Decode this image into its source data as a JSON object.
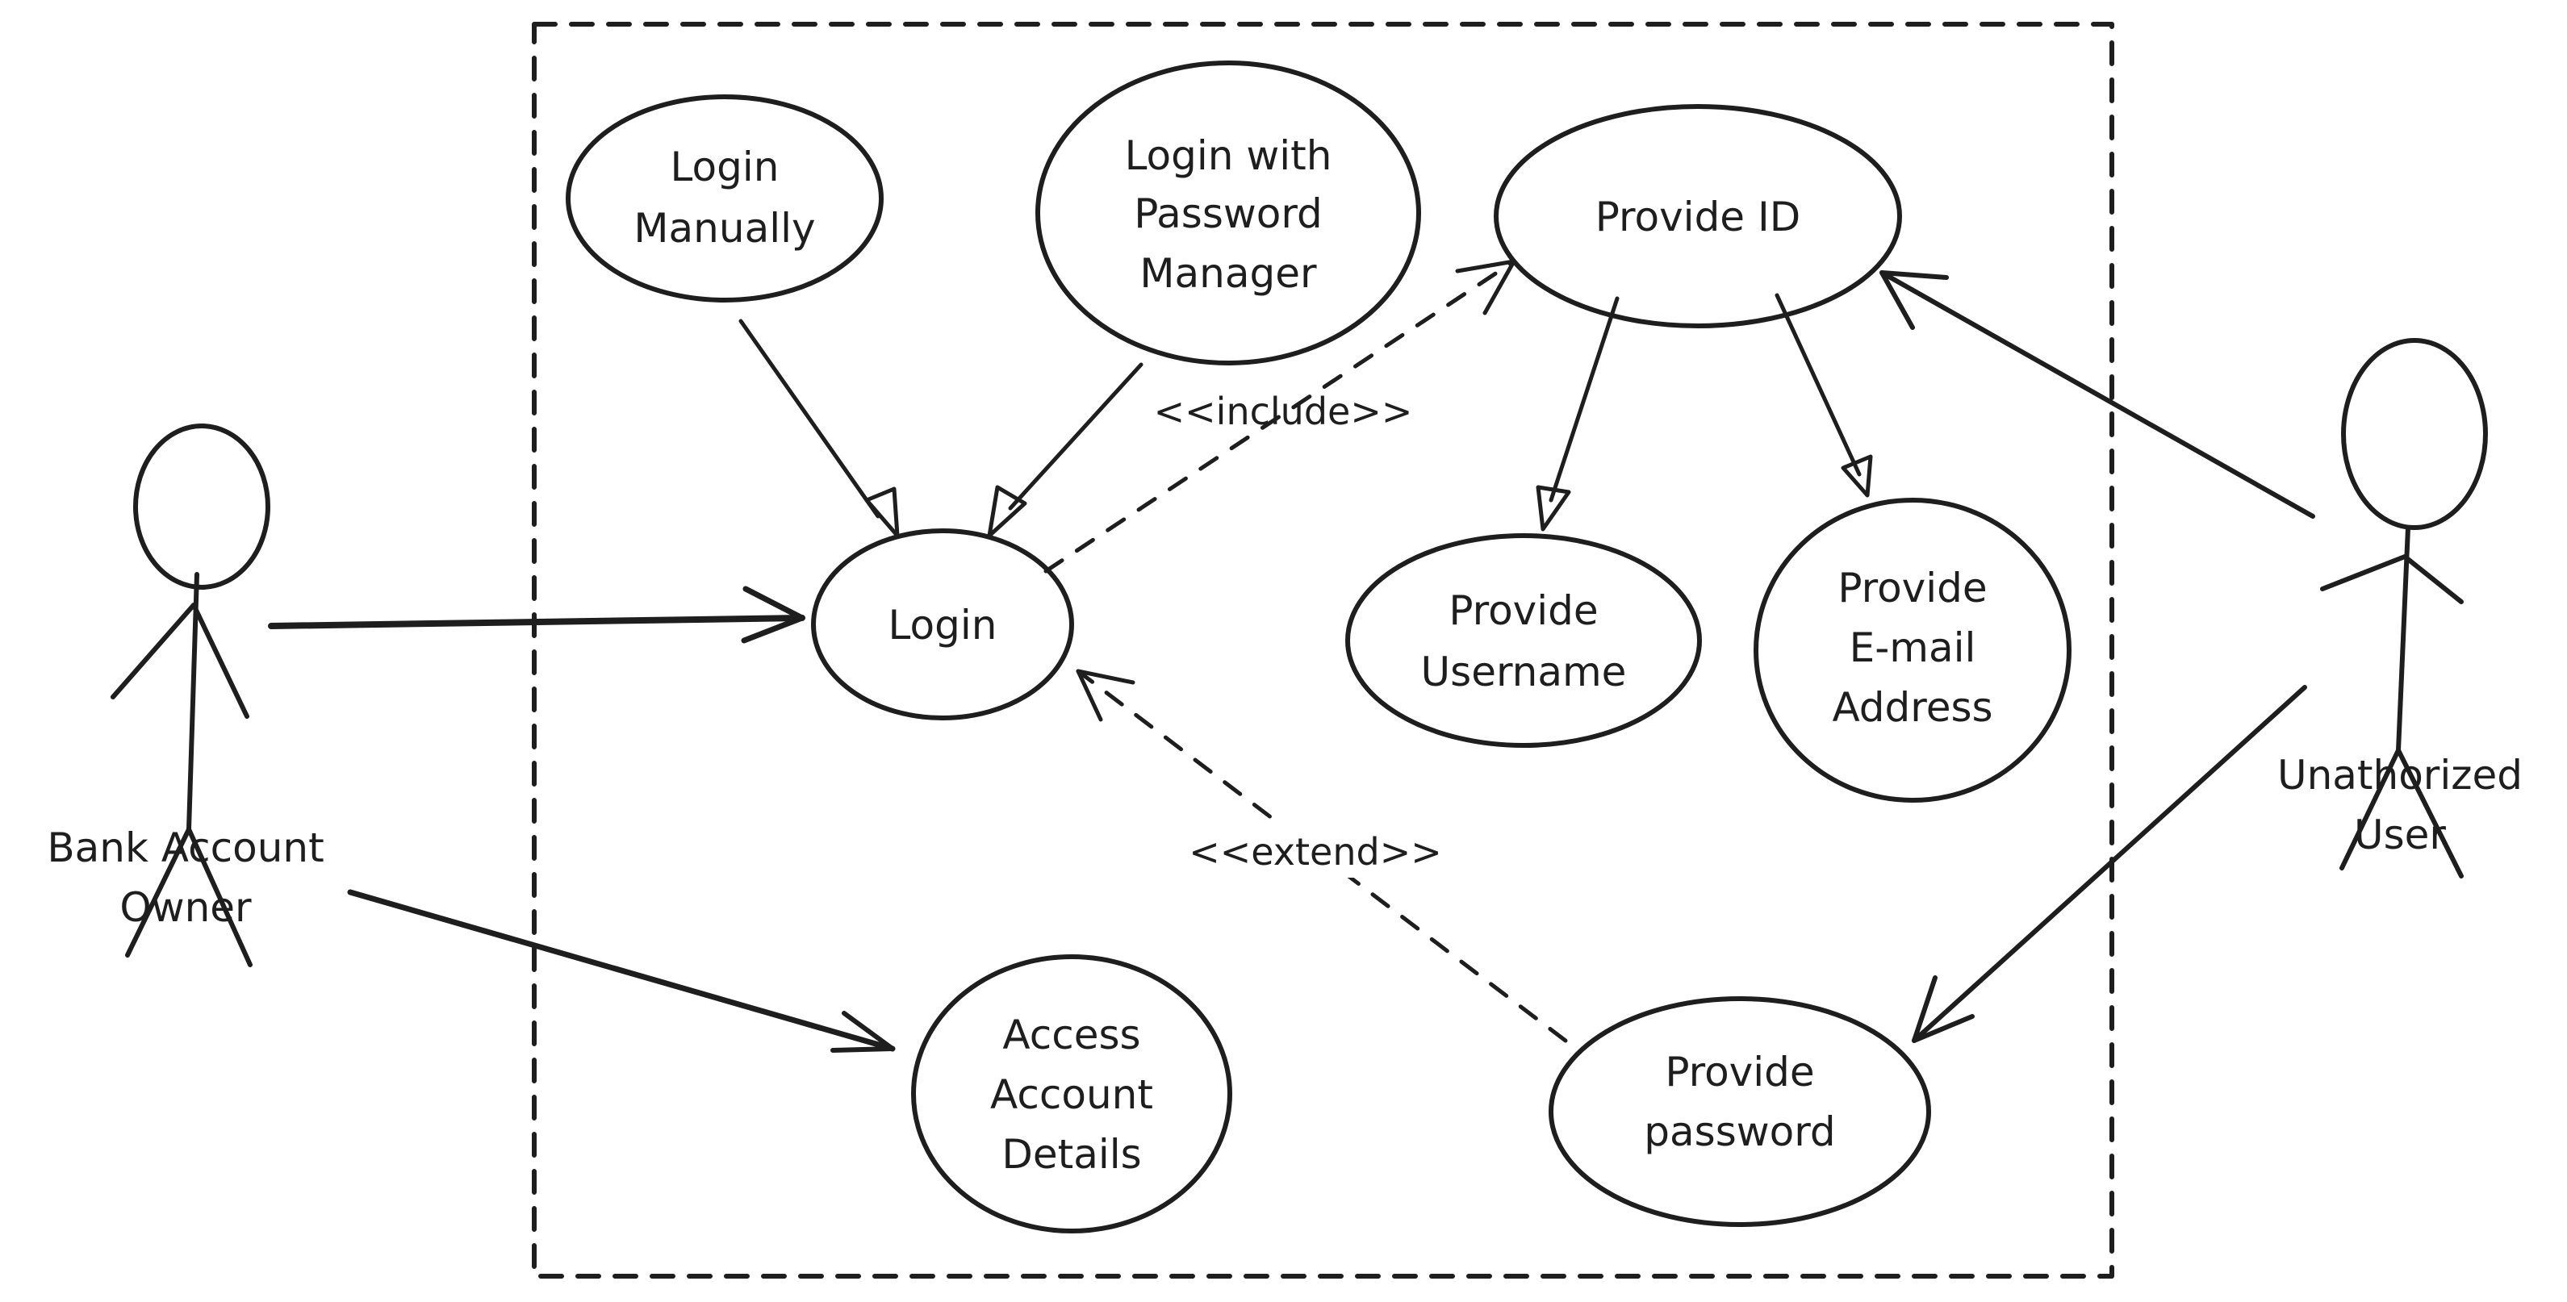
{
  "diagram": {
    "type": "UML use case diagram",
    "actors": [
      {
        "id": "owner",
        "lines": [
          "Bank Account",
          "Owner"
        ]
      },
      {
        "id": "unauth",
        "lines": [
          "Unathorized",
          "User"
        ]
      }
    ],
    "use_cases": [
      {
        "id": "login_manually",
        "lines": [
          "Login",
          "Manually"
        ]
      },
      {
        "id": "login_pm",
        "lines": [
          "Login with",
          "Password",
          "Manager"
        ]
      },
      {
        "id": "provide_id",
        "lines": [
          "Provide ID"
        ]
      },
      {
        "id": "login",
        "lines": [
          "Login"
        ]
      },
      {
        "id": "provide_username",
        "lines": [
          "Provide",
          "Username"
        ]
      },
      {
        "id": "provide_email",
        "lines": [
          "Provide",
          "E-mail",
          "Address"
        ]
      },
      {
        "id": "access_details",
        "lines": [
          "Access",
          "Account",
          "Details"
        ]
      },
      {
        "id": "provide_password",
        "lines": [
          "Provide",
          "password"
        ]
      }
    ],
    "relations": [
      {
        "from": "owner",
        "to": "login",
        "kind": "association"
      },
      {
        "from": "owner",
        "to": "access_details",
        "kind": "association"
      },
      {
        "from": "login_manually",
        "to": "login",
        "kind": "generalization"
      },
      {
        "from": "login_pm",
        "to": "login",
        "kind": "generalization"
      },
      {
        "from": "login",
        "to": "provide_id",
        "kind": "include",
        "label": "<<include>>"
      },
      {
        "from": "provide_password",
        "to": "login",
        "kind": "extend",
        "label": "<<extend>>"
      },
      {
        "from": "provide_id",
        "to": "provide_username",
        "kind": "generalization"
      },
      {
        "from": "provide_id",
        "to": "provide_email",
        "kind": "generalization"
      },
      {
        "from": "unauth",
        "to": "provide_id",
        "kind": "association"
      },
      {
        "from": "unauth",
        "to": "provide_password",
        "kind": "association"
      }
    ]
  }
}
